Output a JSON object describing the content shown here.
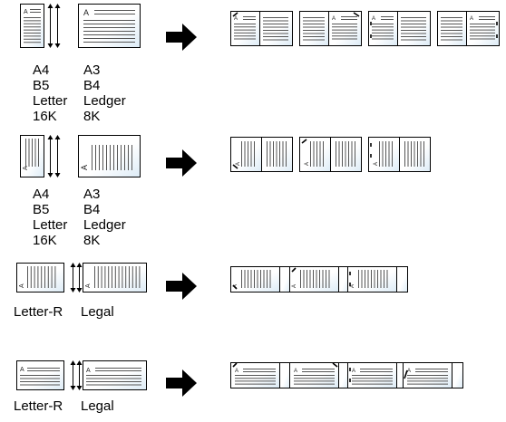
{
  "sections": [
    {
      "left_sizes": [
        "A4",
        "B5",
        "Letter",
        "16K"
      ],
      "right_sizes": [
        "A3",
        "B4",
        "Ledger",
        "8K"
      ]
    },
    {
      "left_sizes": [
        "A4",
        "B5",
        "Letter",
        "16K"
      ],
      "right_sizes": [
        "A3",
        "B4",
        "Ledger",
        "8K"
      ]
    },
    {
      "left_sizes": [
        "Letter-R"
      ],
      "right_sizes": [
        "Legal"
      ]
    },
    {
      "left_sizes": [
        "Letter-R"
      ],
      "right_sizes": [
        "Legal"
      ]
    }
  ],
  "page_glyph": "A",
  "colors": {
    "paper_shade": "#dcebf6",
    "line": "#555555",
    "arrow": "#000000"
  }
}
